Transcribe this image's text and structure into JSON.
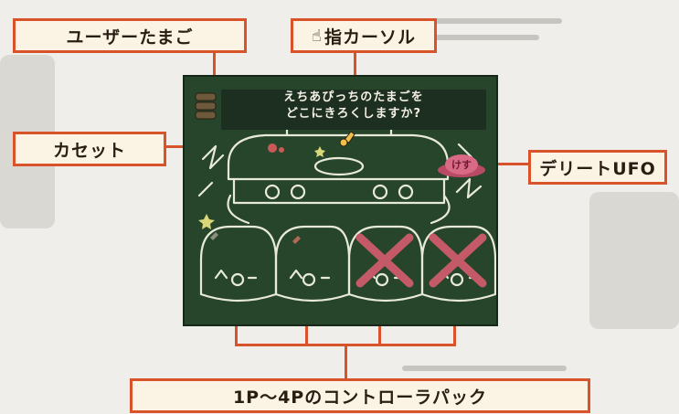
{
  "labels": {
    "user_egg": "ユーザーたまご",
    "cursor": "指カーソル",
    "cassette": "カセット",
    "delete_ufo": "デリートUFO",
    "controller_pack": "1P〜4Pのコントローラパック"
  },
  "screen": {
    "message_line1": "えちあぴっちのたまごを",
    "message_line2": "どこにきろくしますか?",
    "ufo_text": "けす"
  },
  "colors": {
    "accent": "#d9532a",
    "label_bg": "#fbf3e4",
    "screen_bg": "#27452b",
    "chalk": "#e8ead8",
    "cross": "#c45a68",
    "ufo": "#d86a86"
  },
  "icons": {
    "cursor_label_icon": "finger-pointer-icon"
  }
}
